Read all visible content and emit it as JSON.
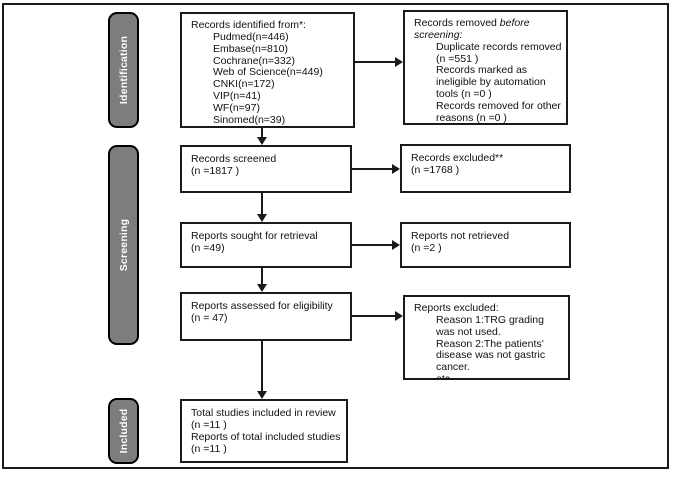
{
  "stages": [
    {
      "label": "Identification"
    },
    {
      "label": "Screening"
    },
    {
      "label": "Included"
    }
  ],
  "boxes": {
    "identified": {
      "title": "Records identified from*:",
      "items": [
        "Pudmed(n=446)",
        "Embase(n=810)",
        "Cochrane(n=332)",
        "Web of Science(n=449)",
        "CNKI(n=172)",
        "VIP(n=41)",
        "WF(n=97)",
        "Sinomed(n=39)"
      ]
    },
    "removed": {
      "title_prefix": "Records removed ",
      "title_italic": "before screening",
      "title_suffix": ":",
      "items": [
        "Duplicate records removed (n =551 )",
        "Records marked as ineligible by automation tools (n =0 )",
        "Records removed for other reasons (n =0 )"
      ]
    },
    "screened": {
      "line1": "Records screened",
      "line2": "(n =1817 )"
    },
    "excluded": {
      "line1": "Records excluded**",
      "line2": "(n =1768 )"
    },
    "sought": {
      "line1": "Reports sought for retrieval",
      "line2": "(n =49)"
    },
    "not_retrieved": {
      "line1": "Reports not retrieved",
      "line2": "(n =2 )"
    },
    "assessed": {
      "line1": "Reports assessed for eligibility",
      "line2": "(n = 47)"
    },
    "reports_excluded": {
      "title": "Reports excluded:",
      "items": [
        "Reason 1:TRG grading was not used.",
        "Reason 2:The patients’ disease was not gastric cancer.",
        "etc."
      ]
    },
    "included_review": {
      "line1": "Total studies included in review",
      "line2": "(n =11 )",
      "line3": "Reports of total included studies",
      "line4": "(n =11 )"
    }
  },
  "colors": {
    "stage_bg": "#7d7d7d",
    "line": "#1a1a1a",
    "box_bg": "#ffffff"
  }
}
